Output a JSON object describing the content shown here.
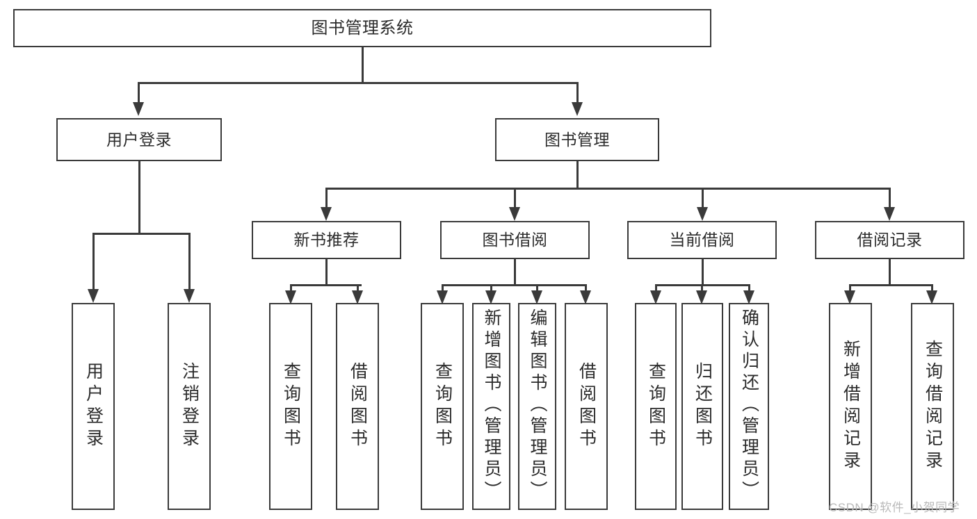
{
  "diagram": {
    "type": "tree-hierarchy",
    "title": "图书管理系统",
    "root": {
      "id": "root",
      "label": "图书管理系统"
    },
    "level2": [
      {
        "id": "user-login",
        "label": "用户登录"
      },
      {
        "id": "book-management",
        "label": "图书管理"
      }
    ],
    "level3": [
      {
        "id": "new-book-recommend",
        "label": "新书推荐",
        "parent": "book-management"
      },
      {
        "id": "book-borrow",
        "label": "图书借阅",
        "parent": "book-management"
      },
      {
        "id": "current-borrow",
        "label": "当前借阅",
        "parent": "book-management"
      },
      {
        "id": "borrow-record",
        "label": "借阅记录",
        "parent": "book-management"
      }
    ],
    "leaves": [
      {
        "id": "leaf-user-login",
        "label": "用户登录",
        "parent": "user-login"
      },
      {
        "id": "leaf-user-logout",
        "label": "注销登录",
        "parent": "user-login"
      },
      {
        "id": "leaf-query-book-1",
        "label": "查询图书",
        "parent": "new-book-recommend"
      },
      {
        "id": "leaf-borrow-book-1",
        "label": "借阅图书",
        "parent": "new-book-recommend"
      },
      {
        "id": "leaf-query-book-2",
        "label": "查询图书",
        "parent": "book-borrow"
      },
      {
        "id": "leaf-add-book",
        "label": "新增图书（管理员）",
        "parent": "book-borrow"
      },
      {
        "id": "leaf-edit-book",
        "label": "编辑图书（管理员）",
        "parent": "book-borrow"
      },
      {
        "id": "leaf-borrow-book-2",
        "label": "借阅图书",
        "parent": "book-borrow"
      },
      {
        "id": "leaf-query-book-3",
        "label": "查询图书",
        "parent": "current-borrow"
      },
      {
        "id": "leaf-return-book",
        "label": "归还图书",
        "parent": "current-borrow"
      },
      {
        "id": "leaf-confirm-return",
        "label": "确认归还（管理员）",
        "parent": "current-borrow"
      },
      {
        "id": "leaf-add-record",
        "label": "新增借阅记录",
        "parent": "borrow-record"
      },
      {
        "id": "leaf-query-record",
        "label": "查询借阅记录",
        "parent": "borrow-record"
      }
    ],
    "colors": {
      "stroke": "#3a3a3a",
      "fill": "#ffffff",
      "text": "#2b2b2b",
      "watermark": "#b9b9b9"
    }
  },
  "watermark": {
    "text": "CSDN @软件_小贺同学"
  }
}
